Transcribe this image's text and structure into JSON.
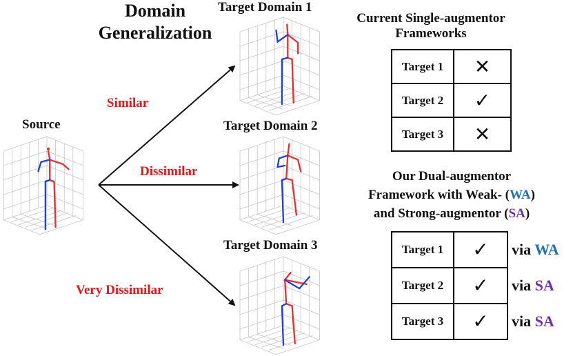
{
  "header": {
    "title_line1": "Domain",
    "title_line2": "Generalization"
  },
  "source": {
    "label": "Source"
  },
  "arrows": {
    "similar": "Similar",
    "dissimilar": "Dissimilar",
    "very_dissimilar": "Very Dissimilar"
  },
  "targets": {
    "t1": "Target Domain 1",
    "t2": "Target Domain 2",
    "t3": "Target Domain 3"
  },
  "single": {
    "title_line1": "Current Single-augmentor",
    "title_line2": "Frameworks",
    "rows": [
      {
        "label": "Target 1",
        "mark": "✕"
      },
      {
        "label": "Target 2",
        "mark": "✓"
      },
      {
        "label": "Target 3",
        "mark": "✕"
      }
    ]
  },
  "dual": {
    "title_line1": "Our Dual-augmentor",
    "title_line2_prefix": "Framework with Weak- (",
    "wa": "WA",
    "title_line2_suffix": ")",
    "title_line3_prefix": "and Strong-augmentor (",
    "sa": "SA",
    "title_line3_suffix": ")",
    "rows": [
      {
        "label": "Target 1",
        "mark": "✓",
        "via": "via",
        "method": "WA"
      },
      {
        "label": "Target 2",
        "mark": "✓",
        "via": "via",
        "method": "SA"
      },
      {
        "label": "Target 3",
        "mark": "✓",
        "via": "via",
        "method": "SA"
      }
    ]
  },
  "colors": {
    "red": "#e8141a",
    "wa_blue": "#1f6fbf",
    "sa_purple": "#6f2db3",
    "skeleton_red": "#e8302f",
    "skeleton_blue": "#1f3fd6"
  }
}
